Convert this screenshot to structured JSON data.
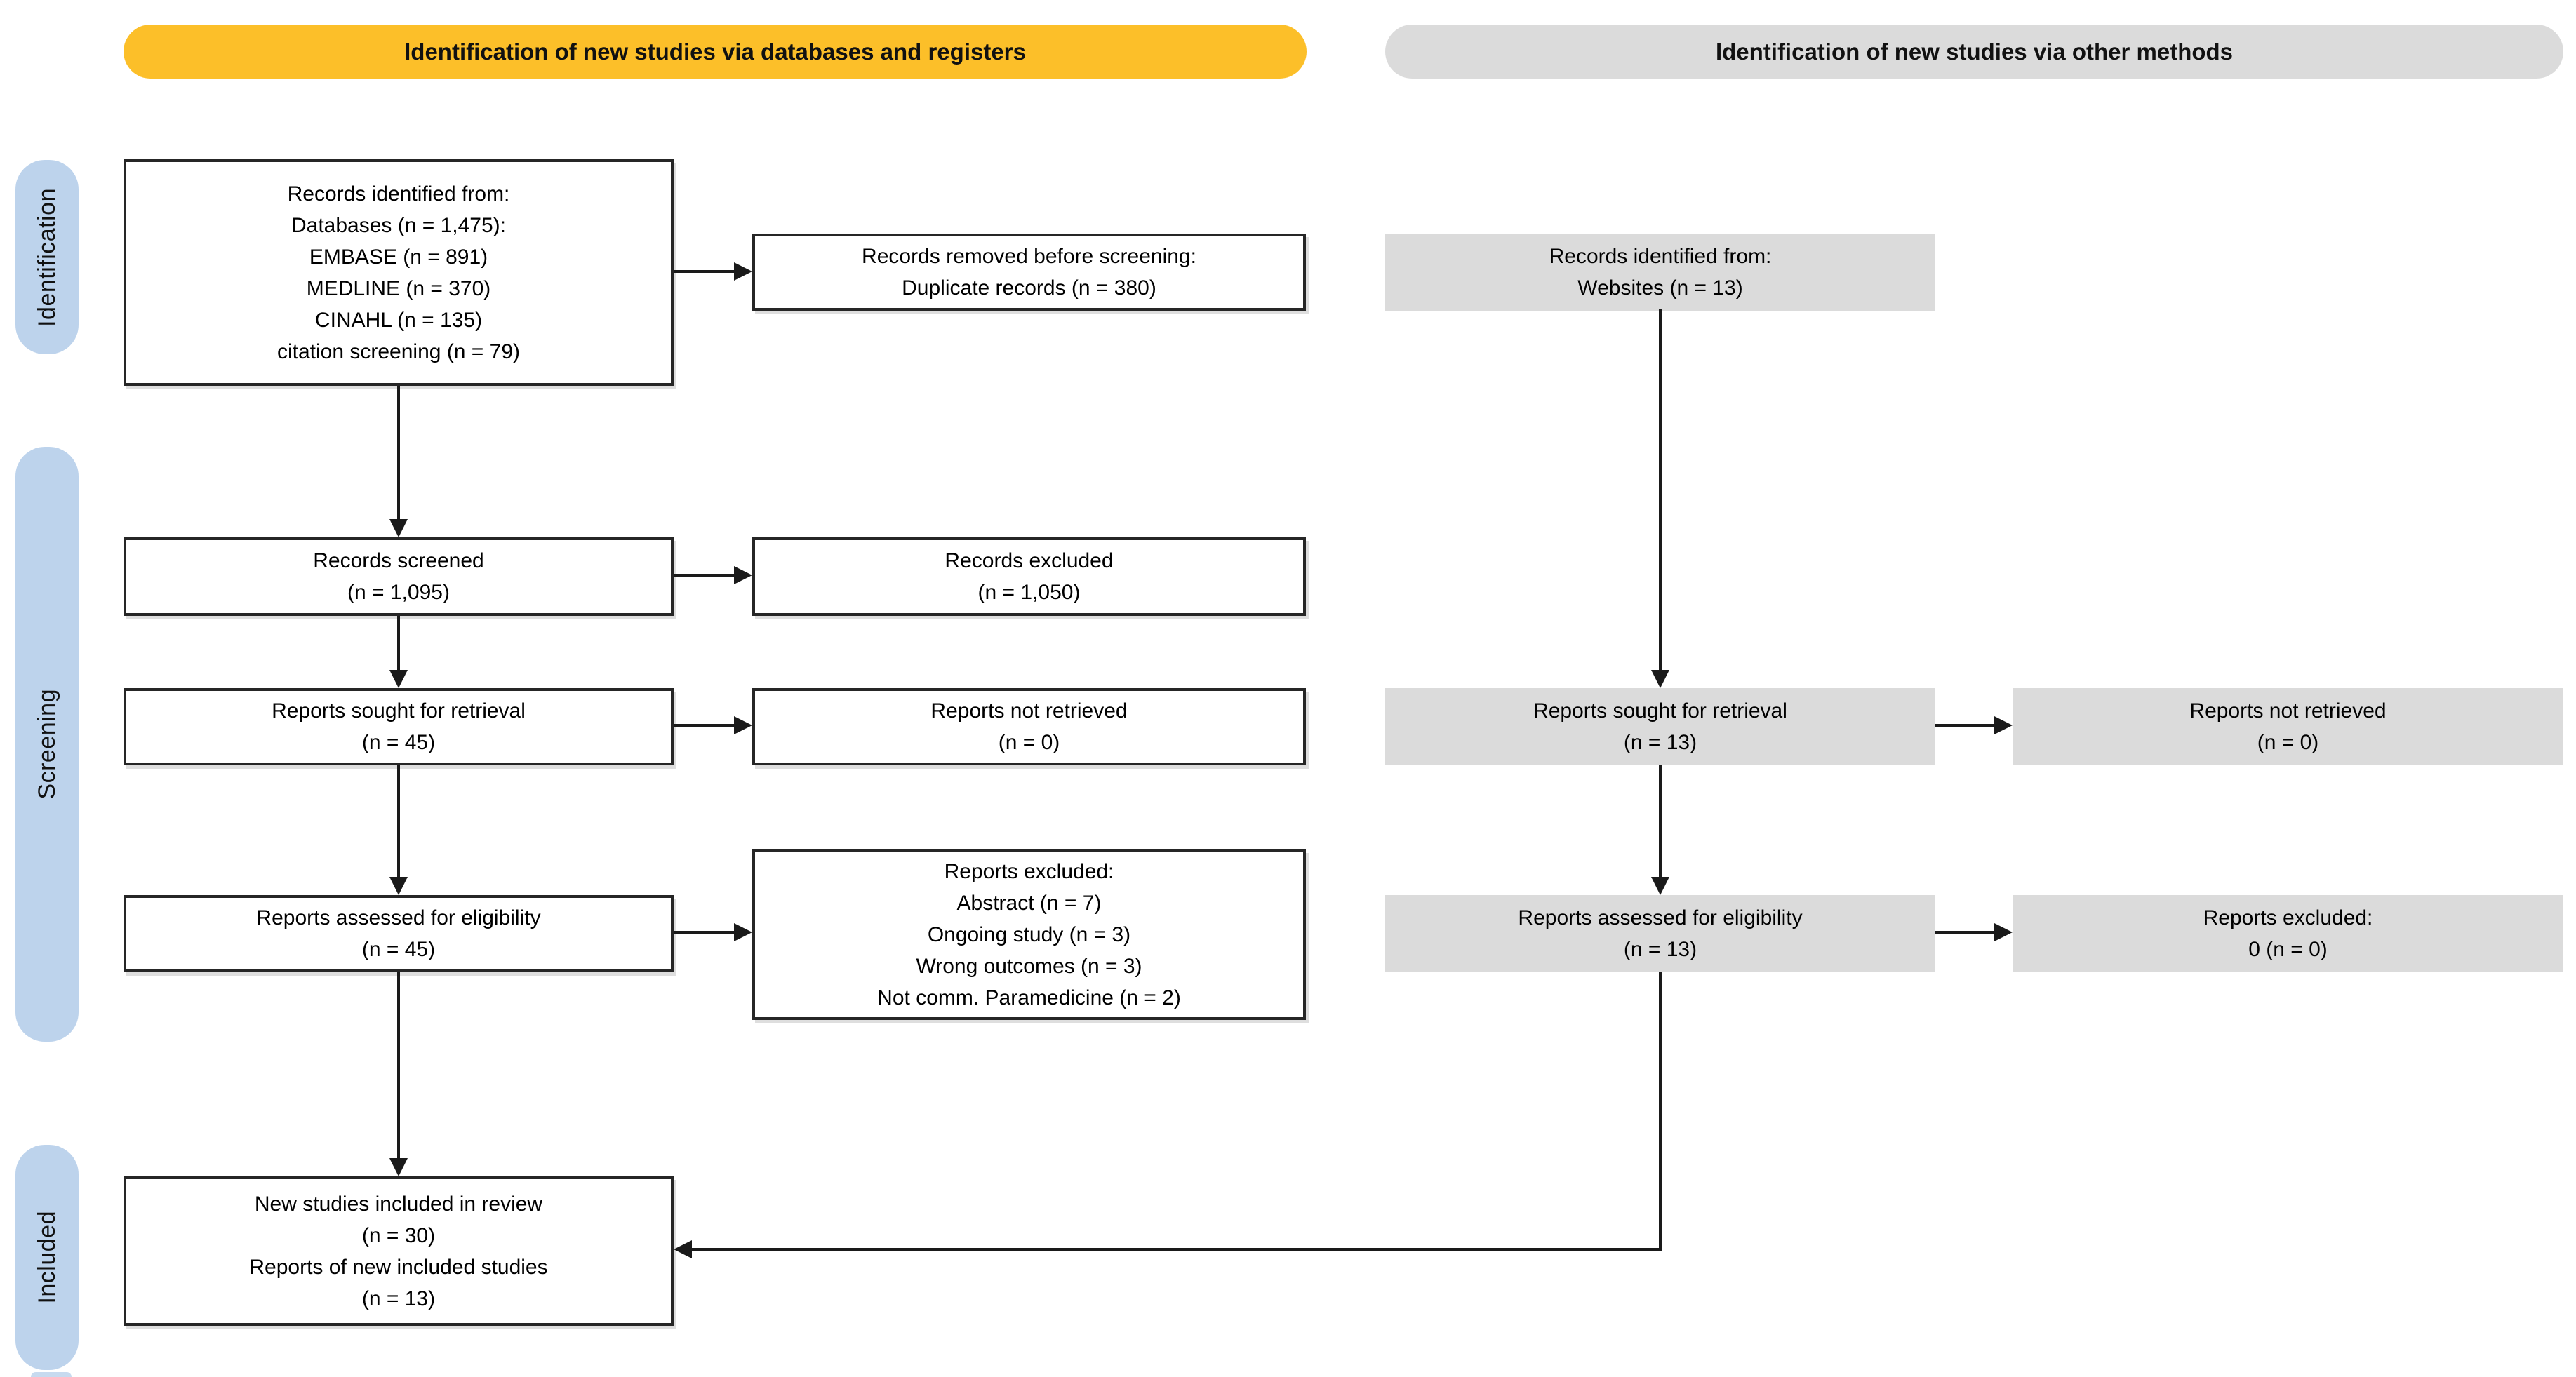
{
  "colors": {
    "orange": "#FCBF29",
    "gray": "#DBDBDB",
    "blue": "#BDD3EC",
    "line": "#1A1A1A"
  },
  "headers": {
    "databases": "Identification of new studies via databases and registers",
    "other_methods": "Identification of new studies via other methods"
  },
  "sidebar": {
    "identification": "Identification",
    "screening": "Screening",
    "included": "Included"
  },
  "databases_branch": {
    "records_identified": [
      "Records identified from:",
      "Databases (n = 1,475):",
      "EMBASE (n = 891)",
      "MEDLINE (n = 370)",
      "CINAHL (n = 135)",
      "citation screening (n = 79)"
    ],
    "records_removed": [
      "Records removed before screening:",
      "Duplicate records (n = 380)"
    ],
    "records_screened": [
      "Records screened",
      "(n = 1,095)"
    ],
    "records_excluded": [
      "Records excluded",
      "(n = 1,050)"
    ],
    "reports_sought": [
      "Reports sought for retrieval",
      "(n = 45)"
    ],
    "reports_not_retrieved": [
      "Reports not retrieved",
      "(n = 0)"
    ],
    "reports_assessed": [
      "Reports assessed for eligibility",
      "(n = 45)"
    ],
    "reports_excluded": [
      "Reports excluded:",
      "Abstract (n = 7)",
      "Ongoing study (n = 3)",
      "Wrong outcomes (n = 3)",
      "Not comm. Paramedicine (n = 2)"
    ],
    "included": [
      "New studies included in review",
      "(n = 30)",
      "Reports of new included studies",
      "(n = 13)"
    ]
  },
  "other_methods_branch": {
    "records_identified": [
      "Records identified from:",
      "Websites (n = 13)"
    ],
    "reports_sought": [
      "Reports sought for retrieval",
      "(n = 13)"
    ],
    "reports_not_retrieved": [
      "Reports not retrieved",
      "(n = 0)"
    ],
    "reports_assessed": [
      "Reports assessed for eligibility",
      "(n = 13)"
    ],
    "reports_excluded": [
      "Reports excluded:",
      "0 (n = 0)"
    ]
  }
}
